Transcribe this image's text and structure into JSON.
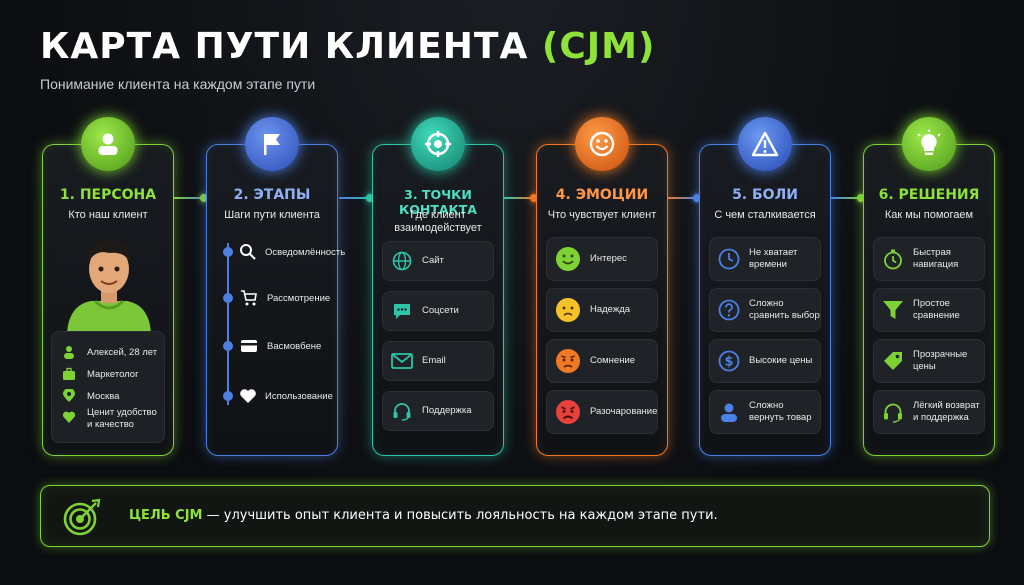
{
  "header": {
    "title_main": "КАРТА ПУТИ КЛИЕНТА",
    "title_accent": "(CJM)",
    "subtitle": "Понимание клиента на каждом этапе пути"
  },
  "colors": {
    "persona": "#7fd234",
    "stages": "#4f7fe0",
    "touchpoints": "#2ec4a8",
    "emotions": "#f07a24",
    "pains": "#4a82e8",
    "solutions": "#7fd234"
  },
  "persona": {
    "title": "1. ПЕРСОНА",
    "subtitle": "Кто наш клиент",
    "icon": "user-icon",
    "details": [
      {
        "icon": "person-icon",
        "label": "Алексей, 28 лет"
      },
      {
        "icon": "briefcase-icon",
        "label": "Маркетолог"
      },
      {
        "icon": "location-pin-icon",
        "label": "Москва"
      },
      {
        "icon": "heart-icon",
        "label": "Ценит удобство и качество"
      }
    ]
  },
  "stages": {
    "title": "2. ЭТАПЫ",
    "subtitle": "Шаги пути клиента",
    "icon": "flag-icon",
    "items": [
      {
        "icon": "magnifier-icon",
        "label": "Осведомлённость"
      },
      {
        "icon": "cart-icon",
        "label": "Рассмотрение"
      },
      {
        "icon": "credit-card-icon",
        "label": "Ваcмовбене"
      },
      {
        "icon": "heart-icon",
        "label": "Использование"
      }
    ]
  },
  "touchpoints": {
    "title": "3. ТОЧКИ КОНТАКТА",
    "subtitle": "Где клиент взаимодействует",
    "icon": "target-icon",
    "items": [
      {
        "icon": "globe-icon",
        "label": "Сайт"
      },
      {
        "icon": "chat-icon",
        "label": "Соцсети"
      },
      {
        "icon": "mail-icon",
        "label": "Email"
      },
      {
        "icon": "headset-icon",
        "label": "Поддержка"
      }
    ]
  },
  "emotions": {
    "title": "4. ЭМОЦИИ",
    "subtitle": "Что чувствует клиент",
    "icon": "smile-icon",
    "items": [
      {
        "icon": "happy-face-icon",
        "label": "Интерес"
      },
      {
        "icon": "worried-face-icon",
        "label": "Надежда"
      },
      {
        "icon": "doubt-face-icon",
        "label": "Сомнение"
      },
      {
        "icon": "sad-face-icon",
        "label": "Разочарование"
      }
    ]
  },
  "pains": {
    "title": "5. БОЛИ",
    "subtitle": "С чем сталкивается",
    "icon": "warning-icon",
    "items": [
      {
        "icon": "clock-icon",
        "label": "Не хватает времени"
      },
      {
        "icon": "question-icon",
        "label": "Сложно сравнить выбор"
      },
      {
        "icon": "dollar-icon",
        "label": "Высокие цены"
      },
      {
        "icon": "user-return-icon",
        "label": "Сложно вернуть товар"
      }
    ]
  },
  "solutions": {
    "title": "6. РЕШЕНИЯ",
    "subtitle": "Как мы помогаем",
    "icon": "lightbulb-icon",
    "items": [
      {
        "icon": "stopwatch-icon",
        "label": "Быстрая навигация"
      },
      {
        "icon": "filter-icon",
        "label": "Простое сравнение"
      },
      {
        "icon": "price-tag-icon",
        "label": "Прозрачные цены"
      },
      {
        "icon": "headset-icon",
        "label": "Лёгкий возврат и поддержка"
      }
    ]
  },
  "goal": {
    "icon": "target-arrow-icon",
    "label": "ЦЕЛЬ CJM",
    "text": " — улучшить опыт клиента и повысить лояльность на каждом этапе пути."
  }
}
